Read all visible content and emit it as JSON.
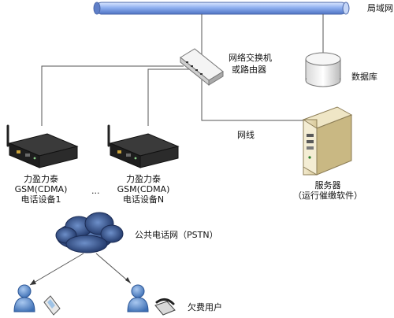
{
  "labels": {
    "lan": "局域网",
    "switch_line1": "网络交换机",
    "switch_line2": "或路由器",
    "database": "数据库",
    "cable": "网线",
    "server_line1": "服务器",
    "server_line2": "（运行催缴软件）",
    "device1_line1": "力盈力泰",
    "device1_line2": "GSM(CDMA)",
    "device1_line3": "电话设备1",
    "deviceN_line1": "力盈力泰",
    "deviceN_line2": "GSM(CDMA)",
    "deviceN_line3": "电话设备N",
    "ellipsis": "...",
    "pstn": "公共电话网（PSTN）",
    "users": "欠费用户"
  },
  "icons": {
    "lan_bus": "network-bus-pipe",
    "switch": "network-switch-icon",
    "database": "database-icon",
    "server": "server-tower-icon",
    "device": "gsm-terminal-icon",
    "cloud": "pstn-cloud-icon",
    "user": "person-icon",
    "mobile": "mobile-phone-icon",
    "deskphone": "desk-phone-icon"
  },
  "colors": {
    "bus": "#7a9ee6",
    "cloud": "#2e4d8c",
    "person": "#5c8ed0",
    "device": "#2b2b2b"
  }
}
